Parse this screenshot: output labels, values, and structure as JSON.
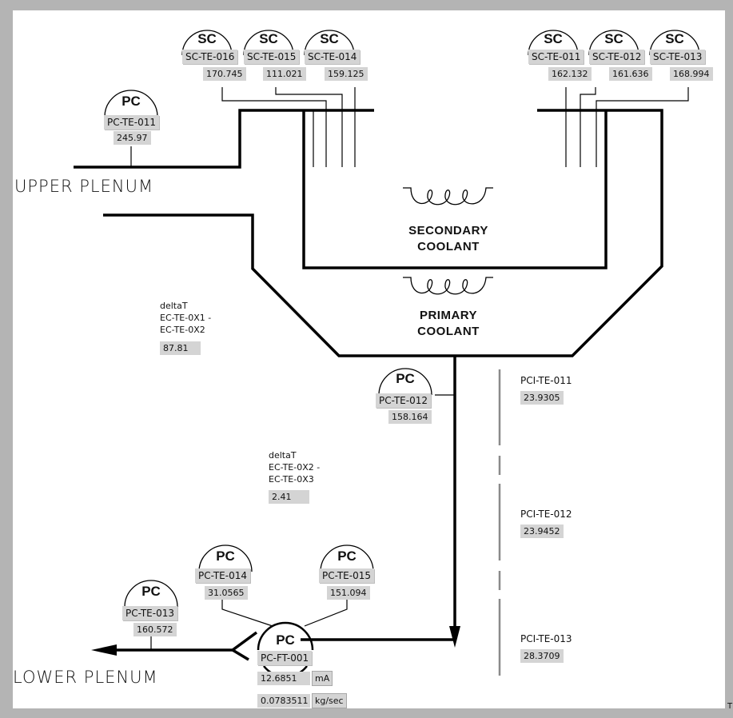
{
  "diagram": {
    "labels": {
      "upper_plenum": "UPPER  PLENUM",
      "lower_plenum": "LOWER  PLENUM",
      "secondary_coolant": [
        "SECONDARY",
        "COOLANT"
      ],
      "primary_coolant": [
        "PRIMARY",
        "COOLANT"
      ]
    },
    "sc_instruments": [
      {
        "group": "SC",
        "tag": "SC-TE-016",
        "value": "170.745"
      },
      {
        "group": "SC",
        "tag": "SC-TE-015",
        "value": "111.021"
      },
      {
        "group": "SC",
        "tag": "SC-TE-014",
        "value": "159.125"
      },
      {
        "group": "SC",
        "tag": "SC-TE-011",
        "value": "162.132"
      },
      {
        "group": "SC",
        "tag": "SC-TE-012",
        "value": "161.636"
      },
      {
        "group": "SC",
        "tag": "SC-TE-013",
        "value": "168.994"
      }
    ],
    "pc_instruments": [
      {
        "group": "PC",
        "tag": "PC-TE-011",
        "value": "245.97"
      },
      {
        "group": "PC",
        "tag": "PC-TE-012",
        "value": "158.164"
      },
      {
        "group": "PC",
        "tag": "PC-TE-013",
        "value": "160.572"
      },
      {
        "group": "PC",
        "tag": "PC-TE-014",
        "value": "31.0565"
      },
      {
        "group": "PC",
        "tag": "PC-TE-015",
        "value": "151.094"
      }
    ],
    "flow_transmitter": {
      "group": "PC",
      "tag": "PC-FT-001",
      "current_value": "12.6851",
      "current_unit": "mA",
      "flow_value": "0.0783511",
      "flow_unit": "kg/sec"
    },
    "delta_t": [
      {
        "title": "deltaT",
        "line1": "EC-TE-0X1 -",
        "line2": "EC-TE-0X2",
        "value": "87.81"
      },
      {
        "title": "deltaT",
        "line1": "EC-TE-0X2 -",
        "line2": "EC-TE-0X3",
        "value": "2.41"
      }
    ],
    "pci_sensors": [
      {
        "tag": "PCI-TE-011",
        "value": "23.9305"
      },
      {
        "tag": "PCI-TE-012",
        "value": "23.9452"
      },
      {
        "tag": "PCI-TE-013",
        "value": "28.3709"
      }
    ],
    "corner_marker": "T"
  }
}
